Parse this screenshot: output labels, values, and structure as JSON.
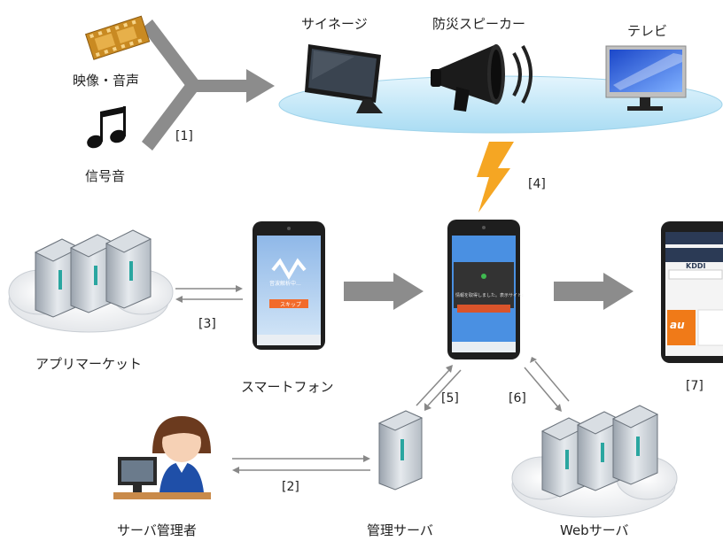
{
  "labels": {
    "media": "映像・音声",
    "signal": "信号音",
    "signage": "サイネージ",
    "speaker": "防災スピーカー",
    "tv": "テレビ",
    "appmarket": "アプリマーケット",
    "smartphone": "スマートフォン",
    "admin": "サーバ管理者",
    "mgmtserver": "管理サーバ",
    "webserver": "Webサーバ"
  },
  "steps": {
    "s1": "[1]",
    "s2": "[2]",
    "s3": "[3]",
    "s4": "[4]",
    "s5": "[5]",
    "s6": "[6]",
    "s7": "[7]"
  },
  "phone1": {
    "status_text": "音波解析中...",
    "button": "スキップ"
  },
  "phone2": {
    "dialog_text": "情報を取得しました。表示サイト:"
  },
  "phone3": {
    "brand": "KDDI",
    "logo": "au"
  },
  "colors": {
    "arrow_gray": "#8c8c8c",
    "ellipse_blue": "#bfe6f7",
    "bolt_orange": "#f5a623",
    "button_orange": "#f26b2b"
  }
}
